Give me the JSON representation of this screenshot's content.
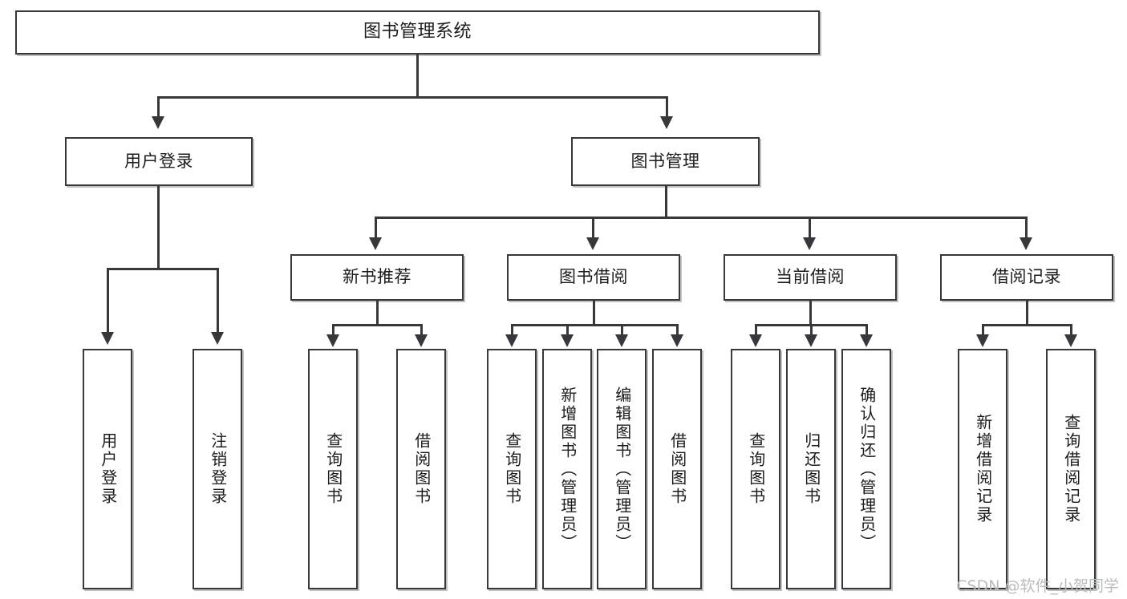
{
  "diagram": {
    "title": "图书管理系统",
    "type": "tree",
    "root": {
      "id": "root",
      "label": "图书管理系统"
    },
    "level2": [
      {
        "id": "user-login",
        "label": "用户登录"
      },
      {
        "id": "book-manage",
        "label": "图书管理"
      }
    ],
    "level3": [
      {
        "id": "new-book-recommend",
        "label": "新书推荐"
      },
      {
        "id": "book-borrow",
        "label": "图书借阅"
      },
      {
        "id": "current-borrow",
        "label": "当前借阅"
      },
      {
        "id": "borrow-record",
        "label": "借阅记录"
      }
    ],
    "leaves": {
      "user_login": [
        {
          "id": "leaf-user-login",
          "label": "用户登录"
        },
        {
          "id": "leaf-logout",
          "label": "注销登录"
        }
      ],
      "new_book_recommend": [
        {
          "id": "leaf-query-book-1",
          "label": "查询图书"
        },
        {
          "id": "leaf-borrow-book-1",
          "label": "借阅图书"
        }
      ],
      "book_borrow": [
        {
          "id": "leaf-query-book-2",
          "label": "查询图书"
        },
        {
          "id": "leaf-add-book",
          "label": "新增图书（管理员）"
        },
        {
          "id": "leaf-edit-book",
          "label": "编辑图书（管理员）"
        },
        {
          "id": "leaf-borrow-book-2",
          "label": "借阅图书"
        }
      ],
      "current_borrow": [
        {
          "id": "leaf-query-book-3",
          "label": "查询图书"
        },
        {
          "id": "leaf-return-book",
          "label": "归还图书"
        },
        {
          "id": "leaf-confirm-return",
          "label": "确认归还（管理员）"
        }
      ],
      "borrow_record": [
        {
          "id": "leaf-add-record",
          "label": "新增借阅记录"
        },
        {
          "id": "leaf-query-record",
          "label": "查询借阅记录"
        }
      ]
    }
  },
  "watermark": {
    "text": "CSDN @软件_小贺同学"
  },
  "colors": {
    "stroke": "#36383b",
    "fill": "#ffffff",
    "text": "#1b1c1e",
    "shadow": "#8c8e91",
    "watermark": "#b9bbbd"
  }
}
